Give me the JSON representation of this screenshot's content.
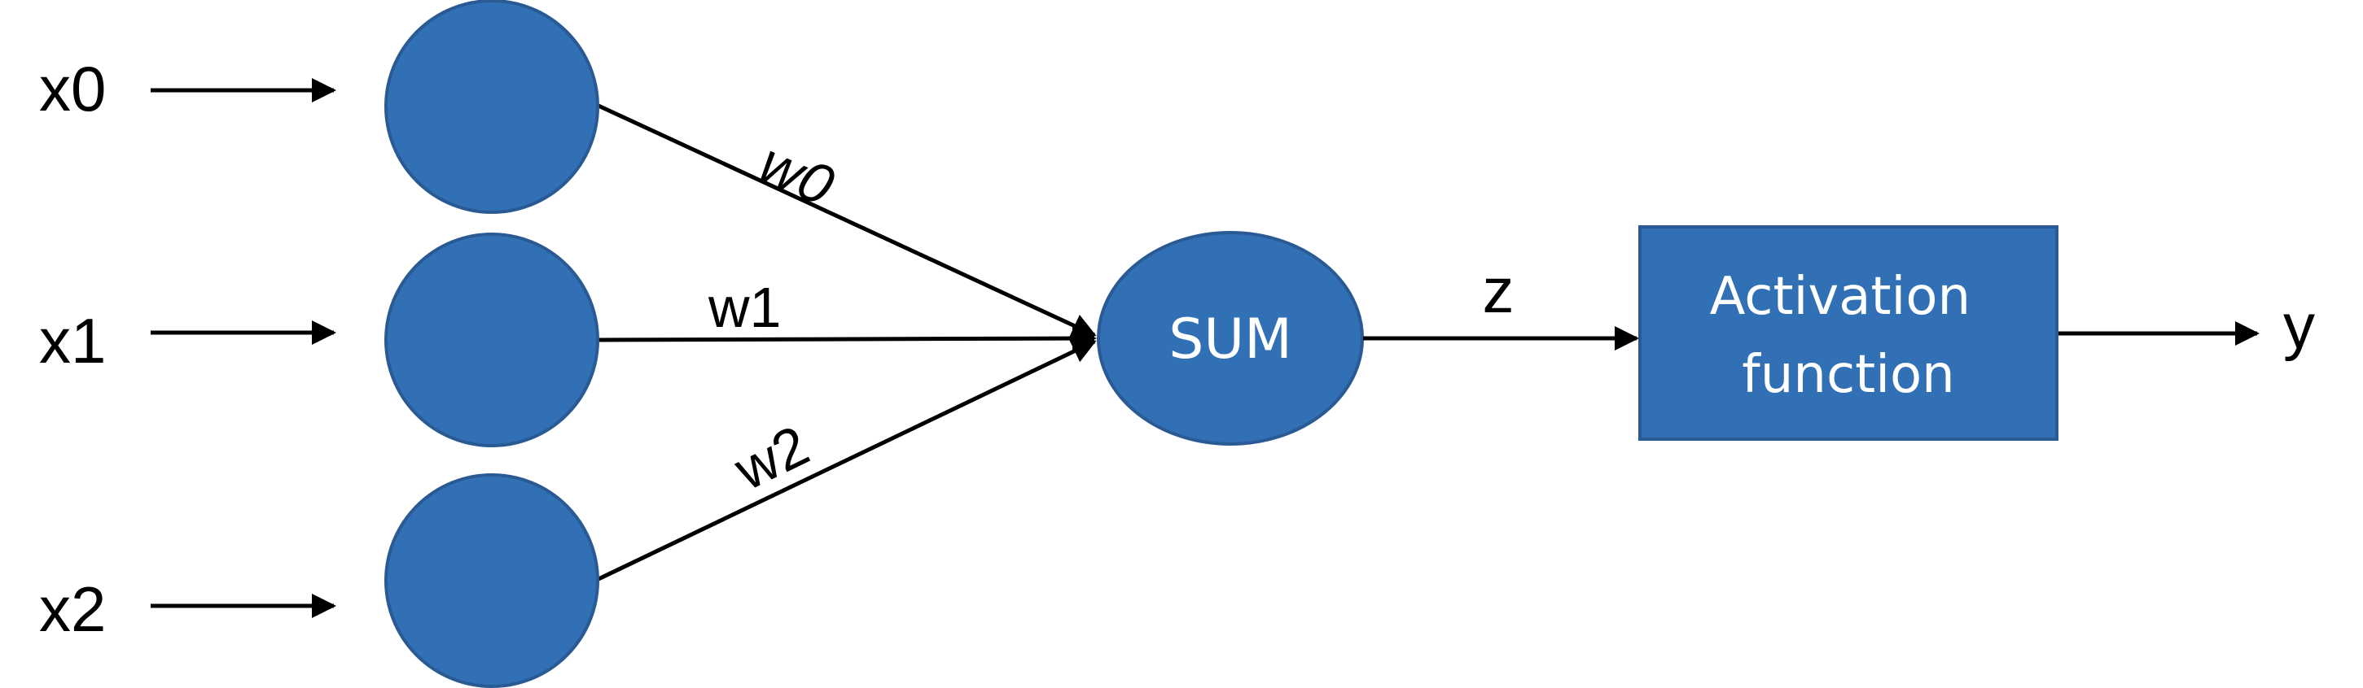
{
  "diagram": {
    "inputs": [
      {
        "label": "x0",
        "weight": "w0"
      },
      {
        "label": "x1",
        "weight": "w1"
      },
      {
        "label": "x2",
        "weight": "w2"
      }
    ],
    "sum_label": "SUM",
    "sum_output_label": "z",
    "activation_lines": [
      "Activation",
      "function"
    ],
    "output_label": "y"
  },
  "colors": {
    "node_fill": "#3270b6",
    "node_stroke": "#2a5a93",
    "edge": "#000000",
    "node_text": "#ffffff"
  }
}
